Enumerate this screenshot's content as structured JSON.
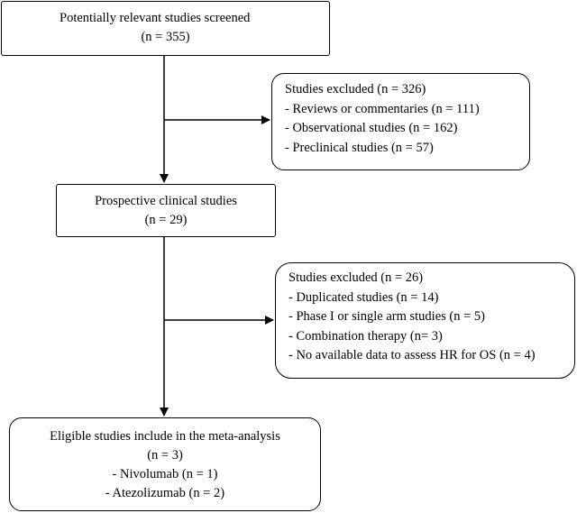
{
  "screened": {
    "title": "Potentially relevant studies screened",
    "count": "(n = 355)"
  },
  "excluded_1": {
    "title": "Studies excluded (n = 326)",
    "items": [
      "- Reviews or commentaries (n = 111)",
      "- Observational studies (n = 162)",
      "- Preclinical studies (n = 57)"
    ]
  },
  "prospective": {
    "title": "Prospective clinical studies",
    "count": "(n = 29)"
  },
  "excluded_2": {
    "title": "Studies excluded (n = 26)",
    "items": [
      "- Duplicated studies (n = 14)",
      "- Phase I or single arm studies (n = 5)",
      "- Combination therapy (n= 3)",
      "- No available data to assess HR for OS (n = 4)"
    ]
  },
  "eligible": {
    "title": "Eligible studies include in the meta-analysis",
    "count": "(n = 3)",
    "items": [
      "- Nivolumab (n = 1)",
      "- Atezolizumab (n = 2)"
    ]
  }
}
